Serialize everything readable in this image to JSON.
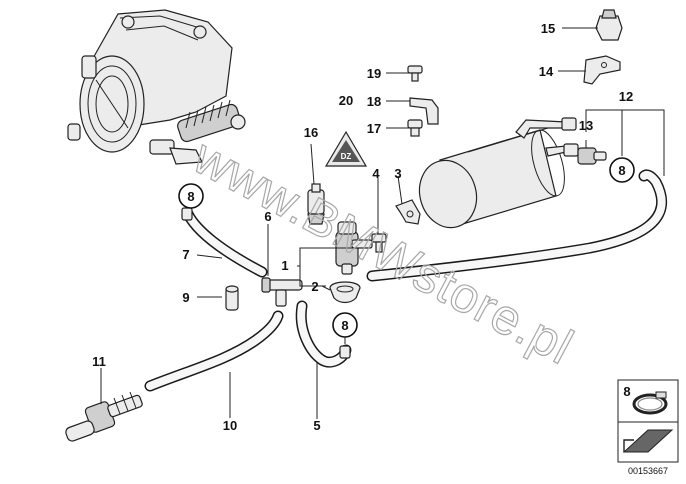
{
  "watermark": "www.BMWstore.pl",
  "diagram_ref": "00153667",
  "warning_symbol_text": "DZ",
  "callouts": [
    {
      "key": "c1",
      "text": "1"
    },
    {
      "key": "c2",
      "text": "2"
    },
    {
      "key": "c3",
      "text": "3"
    },
    {
      "key": "c4",
      "text": "4"
    },
    {
      "key": "c5",
      "text": "5"
    },
    {
      "key": "c6",
      "text": "6"
    },
    {
      "key": "c7",
      "text": "7"
    },
    {
      "key": "c8a",
      "text": "8"
    },
    {
      "key": "c8b",
      "text": "8"
    },
    {
      "key": "c8c",
      "text": "8"
    },
    {
      "key": "c8legend",
      "text": "8"
    },
    {
      "key": "c9",
      "text": "9"
    },
    {
      "key": "c10",
      "text": "10"
    },
    {
      "key": "c11",
      "text": "11"
    },
    {
      "key": "c12",
      "text": "12"
    },
    {
      "key": "c13",
      "text": "13"
    },
    {
      "key": "c14",
      "text": "14"
    },
    {
      "key": "c15",
      "text": "15"
    },
    {
      "key": "c16",
      "text": "16"
    },
    {
      "key": "c17",
      "text": "17"
    },
    {
      "key": "c18",
      "text": "18"
    },
    {
      "key": "c19",
      "text": "19"
    },
    {
      "key": "c20",
      "text": "20"
    }
  ],
  "icons": {
    "throttle_body": "throttle-body-icon",
    "canister": "activated-charcoal-canister-icon",
    "purge_valve": "purge-valve-icon",
    "hose_clamp": "hose-clamp-icon",
    "warning_triangle": "warning-triangle-icon",
    "direction_arrow": "direction-arrow-icon"
  }
}
